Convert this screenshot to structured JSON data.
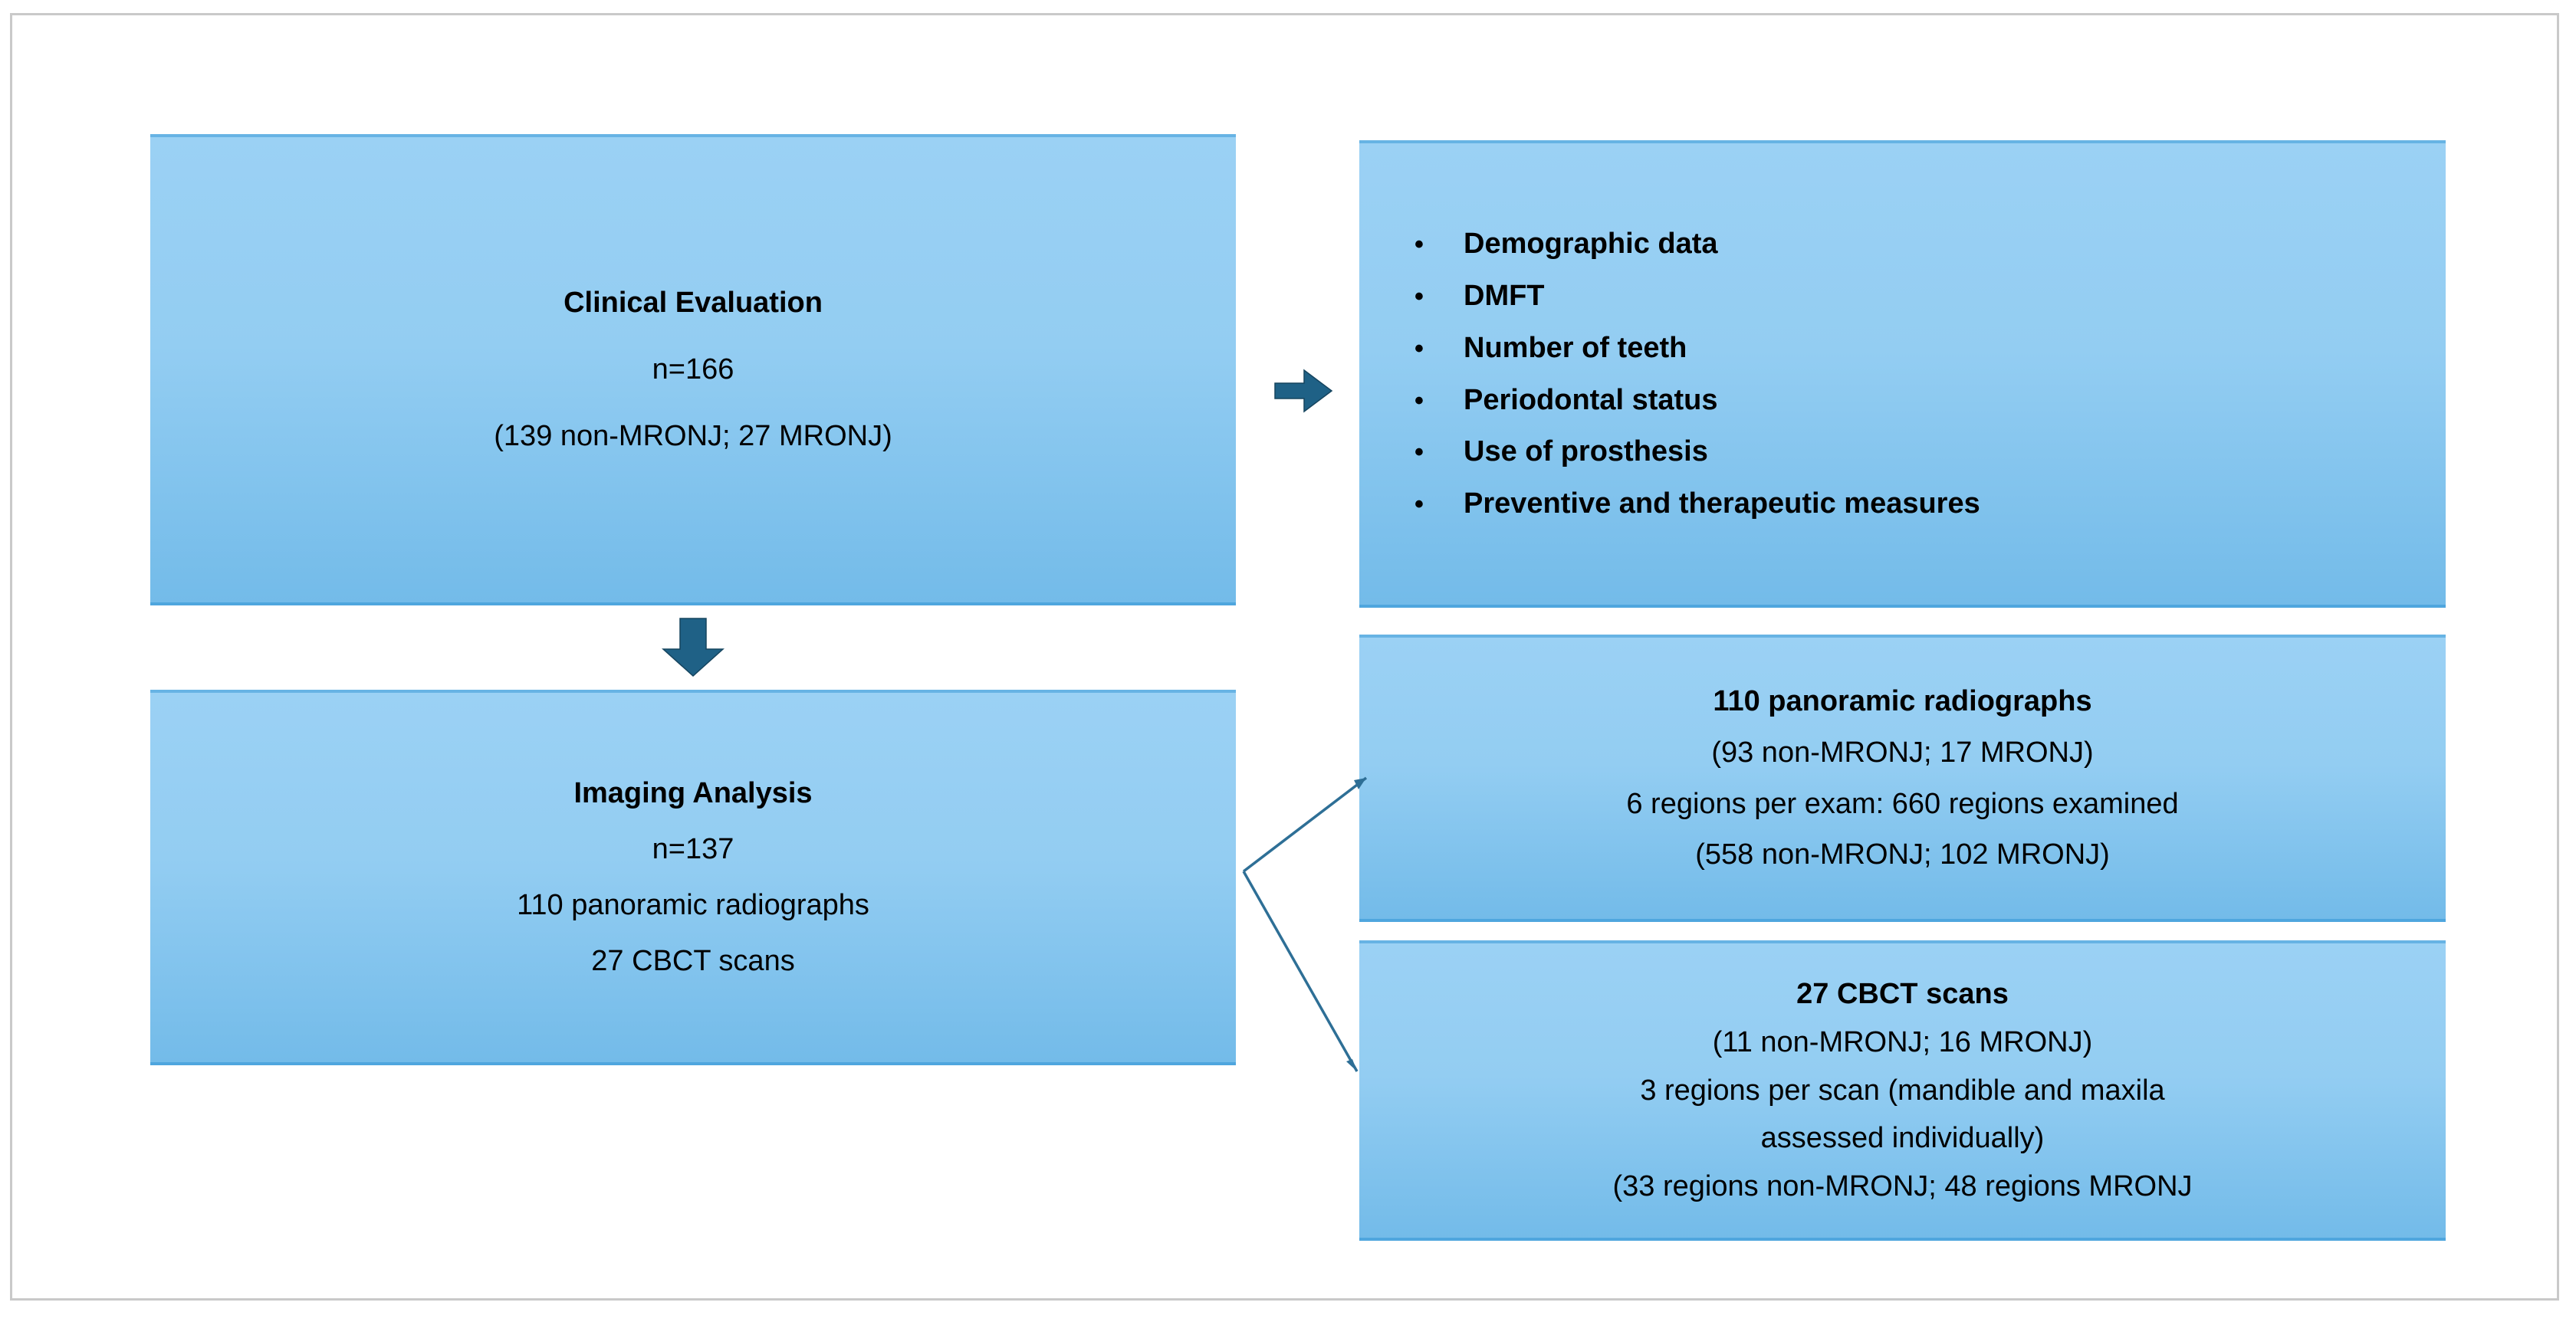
{
  "figure": {
    "type": "flowchart",
    "colors": {
      "box_fill_top": "#9bd1f4",
      "box_fill_bottom": "#73bbe9",
      "box_border": "#4fa6de",
      "arrow_fill": "#1f6186",
      "connector_line": "#2e6f96",
      "frame_border": "#c9c9c9",
      "text": "#000000"
    }
  },
  "clinical_evaluation": {
    "title": "Clinical Evaluation",
    "n": "n=166",
    "breakdown": "(139 non-MRONJ; 27 MRONJ)"
  },
  "clinical_parameters": {
    "bullet_marker": "•",
    "items": [
      "Demographic data",
      "DMFT",
      "Number of teeth",
      "Periodontal status",
      "Use of prosthesis",
      "Preventive and therapeutic measures"
    ]
  },
  "imaging_analysis": {
    "title": "Imaging Analysis",
    "n": "n=137",
    "line_panoramic": "110 panoramic radiographs",
    "line_cbct": "27 CBCT scans"
  },
  "panoramic": {
    "title": "110 panoramic radiographs",
    "breakdown": "(93 non-MRONJ; 17 MRONJ)",
    "regions": "6 regions per exam: 660 regions examined",
    "regions_breakdown": "(558 non-MRONJ; 102 MRONJ)"
  },
  "cbct": {
    "title": "27 CBCT scans",
    "breakdown": "(11 non-MRONJ; 16 MRONJ)",
    "regions_line1": "3 regions per scan (mandible and maxila",
    "regions_line2": "assessed individually)",
    "regions_breakdown": "(33 regions non-MRONJ; 48 regions MRONJ"
  },
  "connectors": {
    "right_arrow_label": "leads-to",
    "down_arrow_label": "leads-to",
    "split_label": "splits-into"
  }
}
